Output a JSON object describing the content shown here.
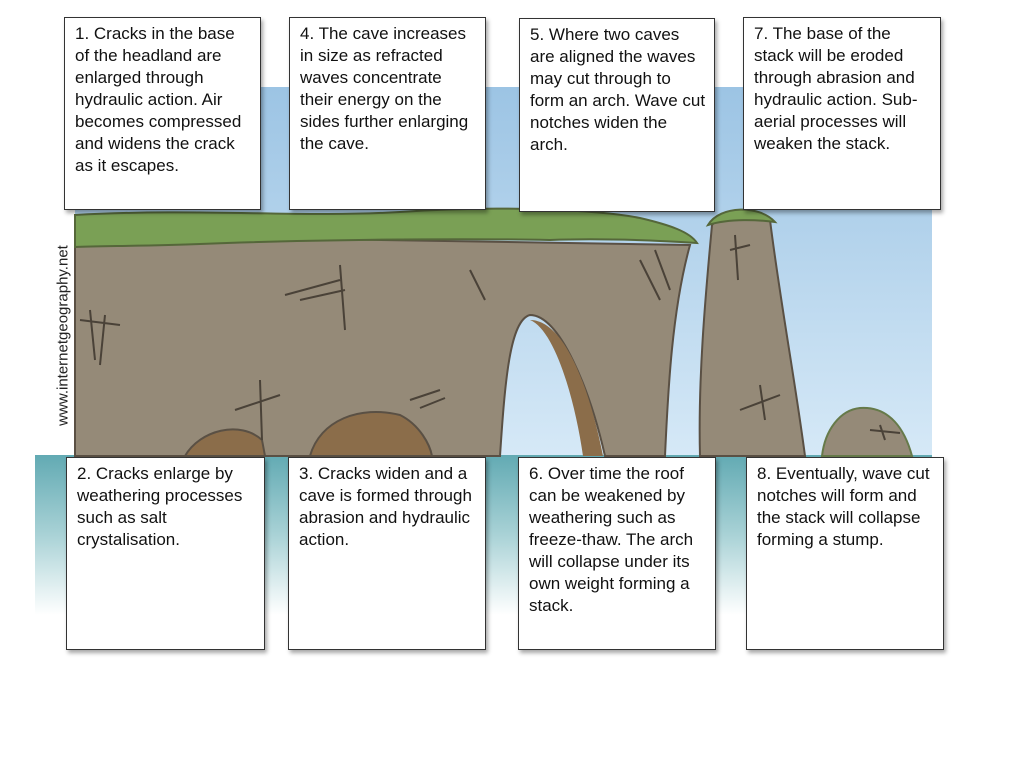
{
  "watermark": "www.internetgeography.net",
  "steps": [
    {
      "id": 1,
      "text": "1. Cracks in the base of the headland are enlarged through hydraulic action. Air becomes compressed and widens the crack as it escapes."
    },
    {
      "id": 4,
      "text": "4. The cave increases in size as refracted waves concentrate their energy on the sides further enlarging the cave."
    },
    {
      "id": 5,
      "text": "5. Where two caves are aligned the waves may cut through to form an arch. Wave cut notches widen the arch."
    },
    {
      "id": 7,
      "text": "7. The base of the stack will be eroded through abrasion and hydraulic action. Sub-aerial processes will weaken the stack."
    },
    {
      "id": 2,
      "text": "2. Cracks enlarge by weathering processes such as salt crystalisation."
    },
    {
      "id": 3,
      "text": "3. Cracks widen and a cave is formed through abrasion and hydraulic action."
    },
    {
      "id": 6,
      "text": "6. Over time the roof can be weakened by weathering such as freeze-thaw. The arch will collapse under its own weight forming a stack."
    },
    {
      "id": 8,
      "text": "8. Eventually, wave cut notches will form and the stack will collapse forming a stump."
    }
  ],
  "colors": {
    "sky": "#a9cde9",
    "sea": "#6fb3bb",
    "rock": "#958a78",
    "grass": "#7aa055",
    "cave": "#8b6d4a"
  }
}
